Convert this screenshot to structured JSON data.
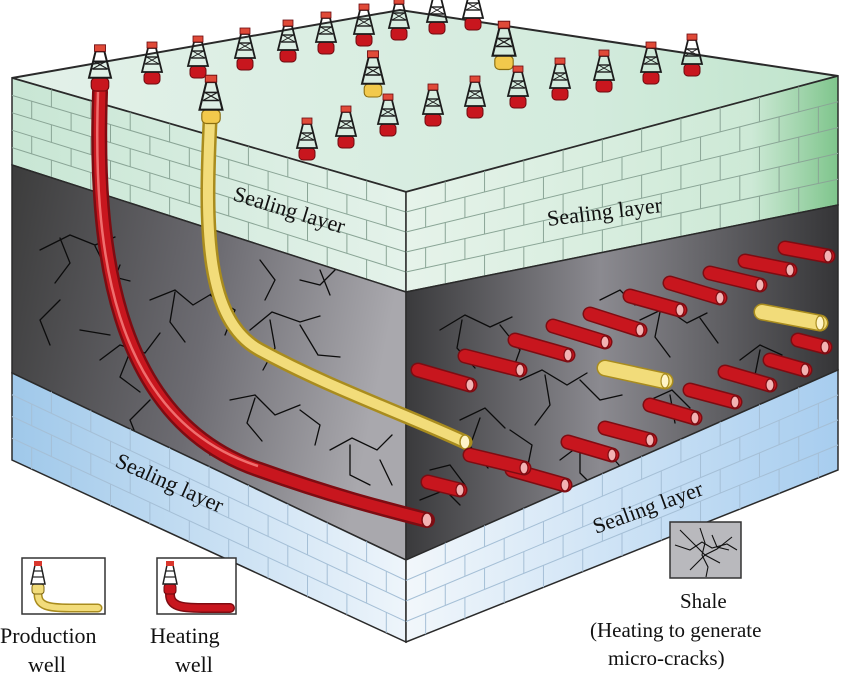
{
  "labels": {
    "sealing_top_left": "Sealing layer",
    "sealing_top_right": "Sealing layer",
    "sealing_bottom_left": "Sealing layer",
    "sealing_bottom_right": "Sealing layer"
  },
  "legend": {
    "production": {
      "line1": "Production",
      "line2": "well"
    },
    "heating": {
      "line1": "Heating",
      "line2": "well"
    },
    "shale": {
      "line1": "Shale",
      "line2": "(Heating to generate",
      "line3": "micro-cracks)"
    }
  },
  "colors": {
    "top_sealing": "#cfe9dc",
    "bottom_sealing": "#c7def2",
    "shale": "#3a3a3a",
    "production_well": "#f2dc7a",
    "heating_well": "#c8161e",
    "outline": "#2a2a2a"
  }
}
